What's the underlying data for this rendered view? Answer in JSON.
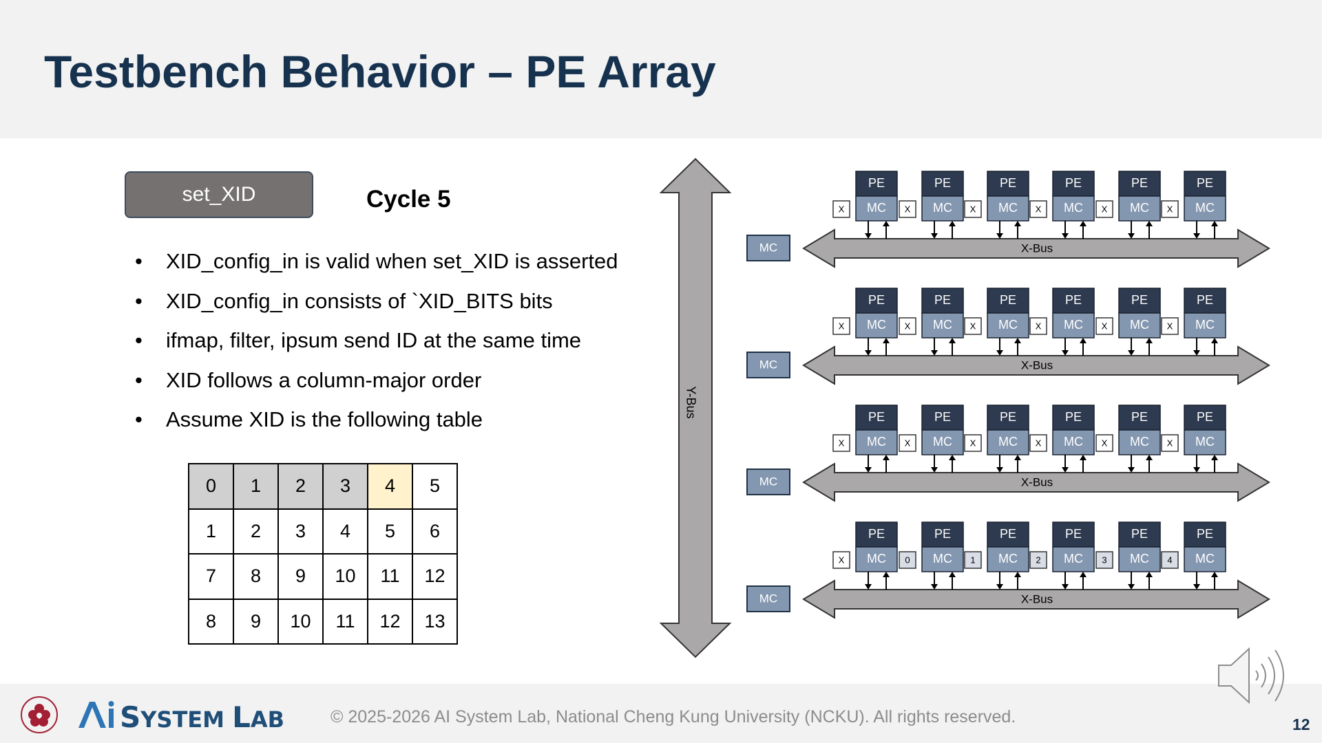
{
  "slide": {
    "title": "Testbench Behavior – PE Array",
    "badge": "set_XID",
    "cycle": "Cycle 5",
    "bullets": [
      "XID_config_in is valid when set_XID is asserted",
      "XID_config_in consists of `XID_BITS bits",
      "ifmap, filter, ipsum send ID at the same time",
      "XID follows a column-major order",
      "Assume XID is the following table"
    ],
    "bullet_mark": "•",
    "xid_table": [
      [
        "0",
        "1",
        "2",
        "3",
        "4",
        "5"
      ],
      [
        "1",
        "2",
        "3",
        "4",
        "5",
        "6"
      ],
      [
        "7",
        "8",
        "9",
        "10",
        "11",
        "12"
      ],
      [
        "8",
        "9",
        "10",
        "11",
        "12",
        "13"
      ]
    ],
    "xid_highlight": {
      "gray": [
        0,
        1,
        2,
        3
      ],
      "yellow": [
        4
      ]
    }
  },
  "diagram": {
    "ybus_label": "Y-Bus",
    "xbus_label": "X-Bus",
    "mc_label": "MC",
    "pe_label": "PE",
    "rows": [
      {
        "ids": [
          "X",
          "X",
          "X",
          "X",
          "X",
          "X"
        ]
      },
      {
        "ids": [
          "X",
          "X",
          "X",
          "X",
          "X",
          "X"
        ]
      },
      {
        "ids": [
          "X",
          "X",
          "X",
          "X",
          "X",
          "X"
        ]
      },
      {
        "ids": [
          "X",
          "0",
          "1",
          "2",
          "3",
          "4"
        ]
      }
    ],
    "colors": {
      "pe": "#2e3a4f",
      "mc": "#8497b0",
      "bus": "#aaa8a8",
      "side_mc": "#8497b0"
    }
  },
  "footer": {
    "logo": "AI SYSTEM LAB",
    "copyright": "© 2025-2026 AI System Lab, National Cheng Kung University (NCKU). All rights reserved.",
    "page": "12"
  },
  "icons": {
    "speaker": "speaker-icon",
    "emblem": "university-emblem-icon"
  }
}
